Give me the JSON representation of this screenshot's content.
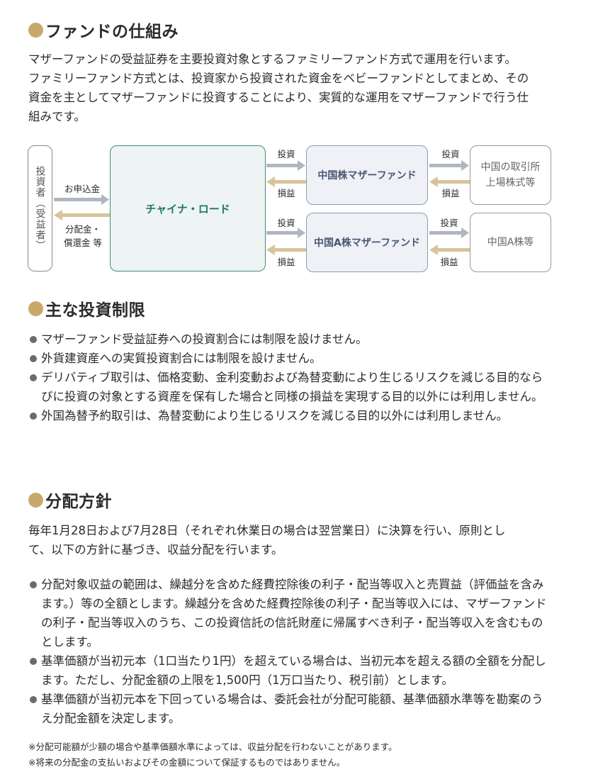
{
  "sections": {
    "structure": {
      "title": "ファンドの仕組み",
      "intro_lines": [
        "マザーファンドの受益証券を主要投資対象とするファミリーファンド方式で運用を行います。",
        "ファミリーファンド方式とは、投資家から投資された資金をベビーファンドとしてまとめ、その",
        "資金を主としてマザーファンドに投資することにより、実質的な運用をマザーファンドで行う仕",
        "組みです。"
      ],
      "diagram": {
        "investor": "投資者（受益者）",
        "subscription_label": "お申込金",
        "distribution_label_1": "分配金・",
        "distribution_label_2": "償還金 等",
        "main_fund": "チャイナ・ロード",
        "mother_fund_1": "中国株マザーファンド",
        "mother_fund_2": "中国A株マザーファンド",
        "target_1_line1": "中国の取引所",
        "target_1_line2": "上場株式等",
        "target_2": "中国A株等",
        "invest_label": "投資",
        "profit_loss_label": "損益"
      }
    },
    "restrictions": {
      "title": "主な投資制限",
      "items": [
        "マザーファンド受益証券への投資割合には制限を設けません。",
        "外貨建資産への実質投資割合には制限を設けません。",
        "デリバティブ取引は、価格変動、金利変動および為替変動により生じるリスクを減じる目的ならびに投資の対象とする資産を保有した場合と同様の損益を実現する目的以外には利用しません。",
        "外国為替予約取引は、為替変動により生じるリスクを減じる目的以外には利用しません。"
      ]
    },
    "distribution": {
      "title": "分配方針",
      "intro_lines": [
        "毎年1月28日および7月28日（それぞれ休業日の場合は翌営業日）に決算を行い、原則とし",
        "て、以下の方針に基づき、収益分配を行います。"
      ],
      "items": [
        "分配対象収益の範囲は、繰越分を含めた経費控除後の利子・配当等収入と売買益（評価益を含みます。）等の全額とします。繰越分を含めた経費控除後の利子・配当等収入には、マザーファンドの利子・配当等収入のうち、この投資信託の信託財産に帰属すべき利子・配当等収入を含むものとします。",
        "基準価額が当初元本（1口当たり1円）を超えている場合は、当初元本を超える額の全額を分配します。ただし、分配金額の上限を1,500円（1万口当たり、税引前）とします。",
        "基準価額が当初元本を下回っている場合は、委託会社が分配可能額、基準価額水準等を勘案のうえ分配金額を決定します。"
      ],
      "notes": [
        "※分配可能額が少額の場合や基準価額水準によっては、収益分配を行わないことがあります。",
        "※将来の分配金の支払いおよびその金額について保証するものではありません。"
      ]
    }
  },
  "colors": {
    "bullet_dot": "#c9a96b",
    "main_fund_text": "#1e7a64",
    "gray_arrow": "#b0b6bf",
    "tan_arrow": "#d8c39a"
  }
}
